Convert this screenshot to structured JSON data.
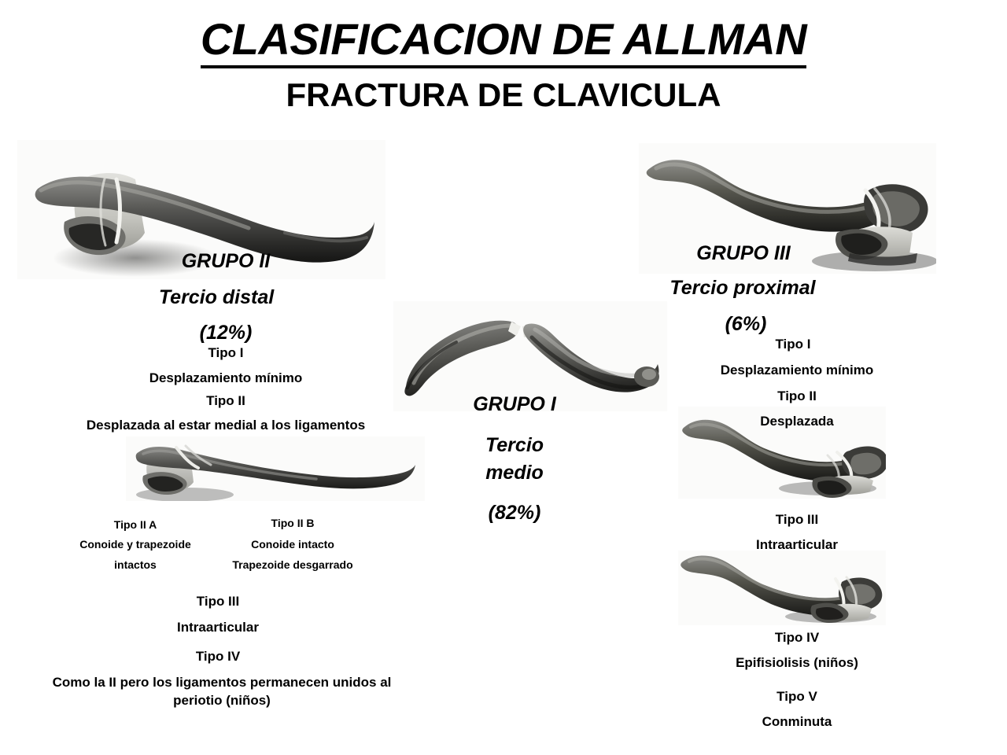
{
  "title": {
    "main": "CLASIFICACION DE ALLMAN",
    "sub": "FRACTURA DE CLAVICULA"
  },
  "groups": {
    "group_i": {
      "name": "GRUPO I",
      "region_line1": "Tercio",
      "region_line2": "medio",
      "percent": "(82%)",
      "image_caption": "clavicle-midshaft-fracture-photo"
    },
    "group_ii": {
      "name": "GRUPO II",
      "region": "Tercio distal",
      "percent": "(12%)",
      "types": [
        {
          "label": "Tipo I",
          "desc": "Desplazamiento mínimo"
        },
        {
          "label": "Tipo II",
          "desc": "Desplazada al estar medial a los ligamentos"
        },
        {
          "label": "Tipo III",
          "desc": "Intraarticular"
        },
        {
          "label": "Tipo IV",
          "desc": "Como la II pero los ligamentos permanecen unidos al periotio (niños)"
        }
      ],
      "subtypes": [
        {
          "label": "Tipo II A",
          "line1": "Conoide y trapezoide",
          "line2": "intactos"
        },
        {
          "label": "Tipo II B",
          "line1": "Conoide intacto",
          "line2": "Trapezoide desgarrado"
        }
      ],
      "image_top_caption": "clavicle-distal-third-fracture-photo",
      "image_mid_caption": "clavicle-distal-third-displaced-photo"
    },
    "group_iii": {
      "name": "GRUPO III",
      "region": "Tercio proximal",
      "percent": "(6%)",
      "types": [
        {
          "label": "Tipo I",
          "desc": "Desplazamiento mínimo"
        },
        {
          "label": "Tipo II",
          "desc": "Desplazada"
        },
        {
          "label": "Tipo III",
          "desc": "Intraarticular"
        },
        {
          "label": "Tipo IV",
          "desc": "Epifisiolisis (niños)"
        },
        {
          "label": "Tipo V",
          "desc": "Conminuta"
        }
      ],
      "image_top_caption": "clavicle-proximal-third-fracture-photo",
      "image_mid_caption": "clavicle-proximal-displaced-photo",
      "image_bottom_caption": "clavicle-proximal-intraarticular-photo"
    }
  },
  "colors": {
    "background": "#ffffff",
    "text": "#000000",
    "bone_dark": "#2e2e2e",
    "bone_mid": "#6d6d6d",
    "bone_light": "#c9c9c6",
    "photo_bg": "#fbfbfa"
  }
}
